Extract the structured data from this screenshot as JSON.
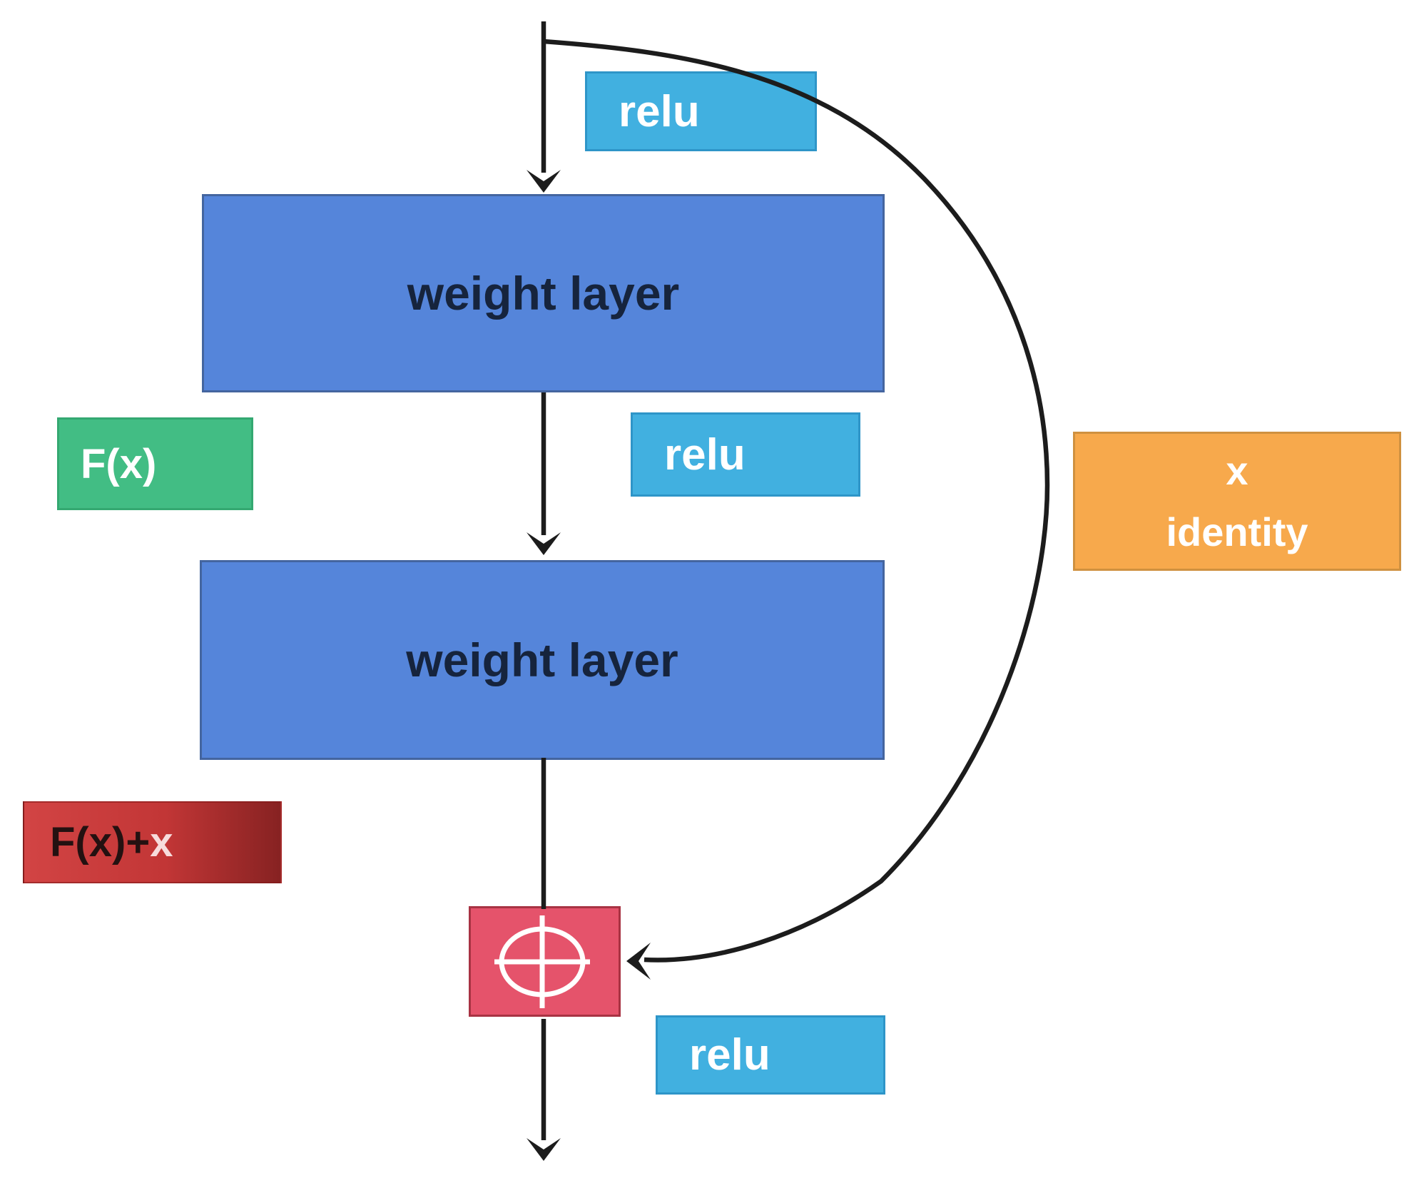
{
  "nodes": {
    "relu_top": {
      "label": "relu"
    },
    "weight_layer_1": {
      "label": "weight layer"
    },
    "relu_middle": {
      "label": "relu"
    },
    "fx_tag": {
      "label": "F(x)"
    },
    "weight_layer_2": {
      "label": "weight layer"
    },
    "fx_plus_x_tag": {
      "prefix": "F(x)+",
      "suffix": "x"
    },
    "identity_tag": {
      "line1": "x",
      "line2": "identity"
    },
    "add_node": {
      "symbol": "⊕"
    },
    "relu_bottom": {
      "label": "relu"
    }
  },
  "colors": {
    "relu_fill": "#41b0e0",
    "weight_fill": "#5585da",
    "weight_text": "#16243d",
    "fx_fill": "#42bd84",
    "identity_fill": "#f7a94c",
    "add_fill": "#e5536b",
    "fx_plus_x_gradient_start": "#d24444",
    "fx_plus_x_gradient_end": "#872222",
    "wire": "#1c1c1c",
    "label_text": "#ffffff"
  }
}
